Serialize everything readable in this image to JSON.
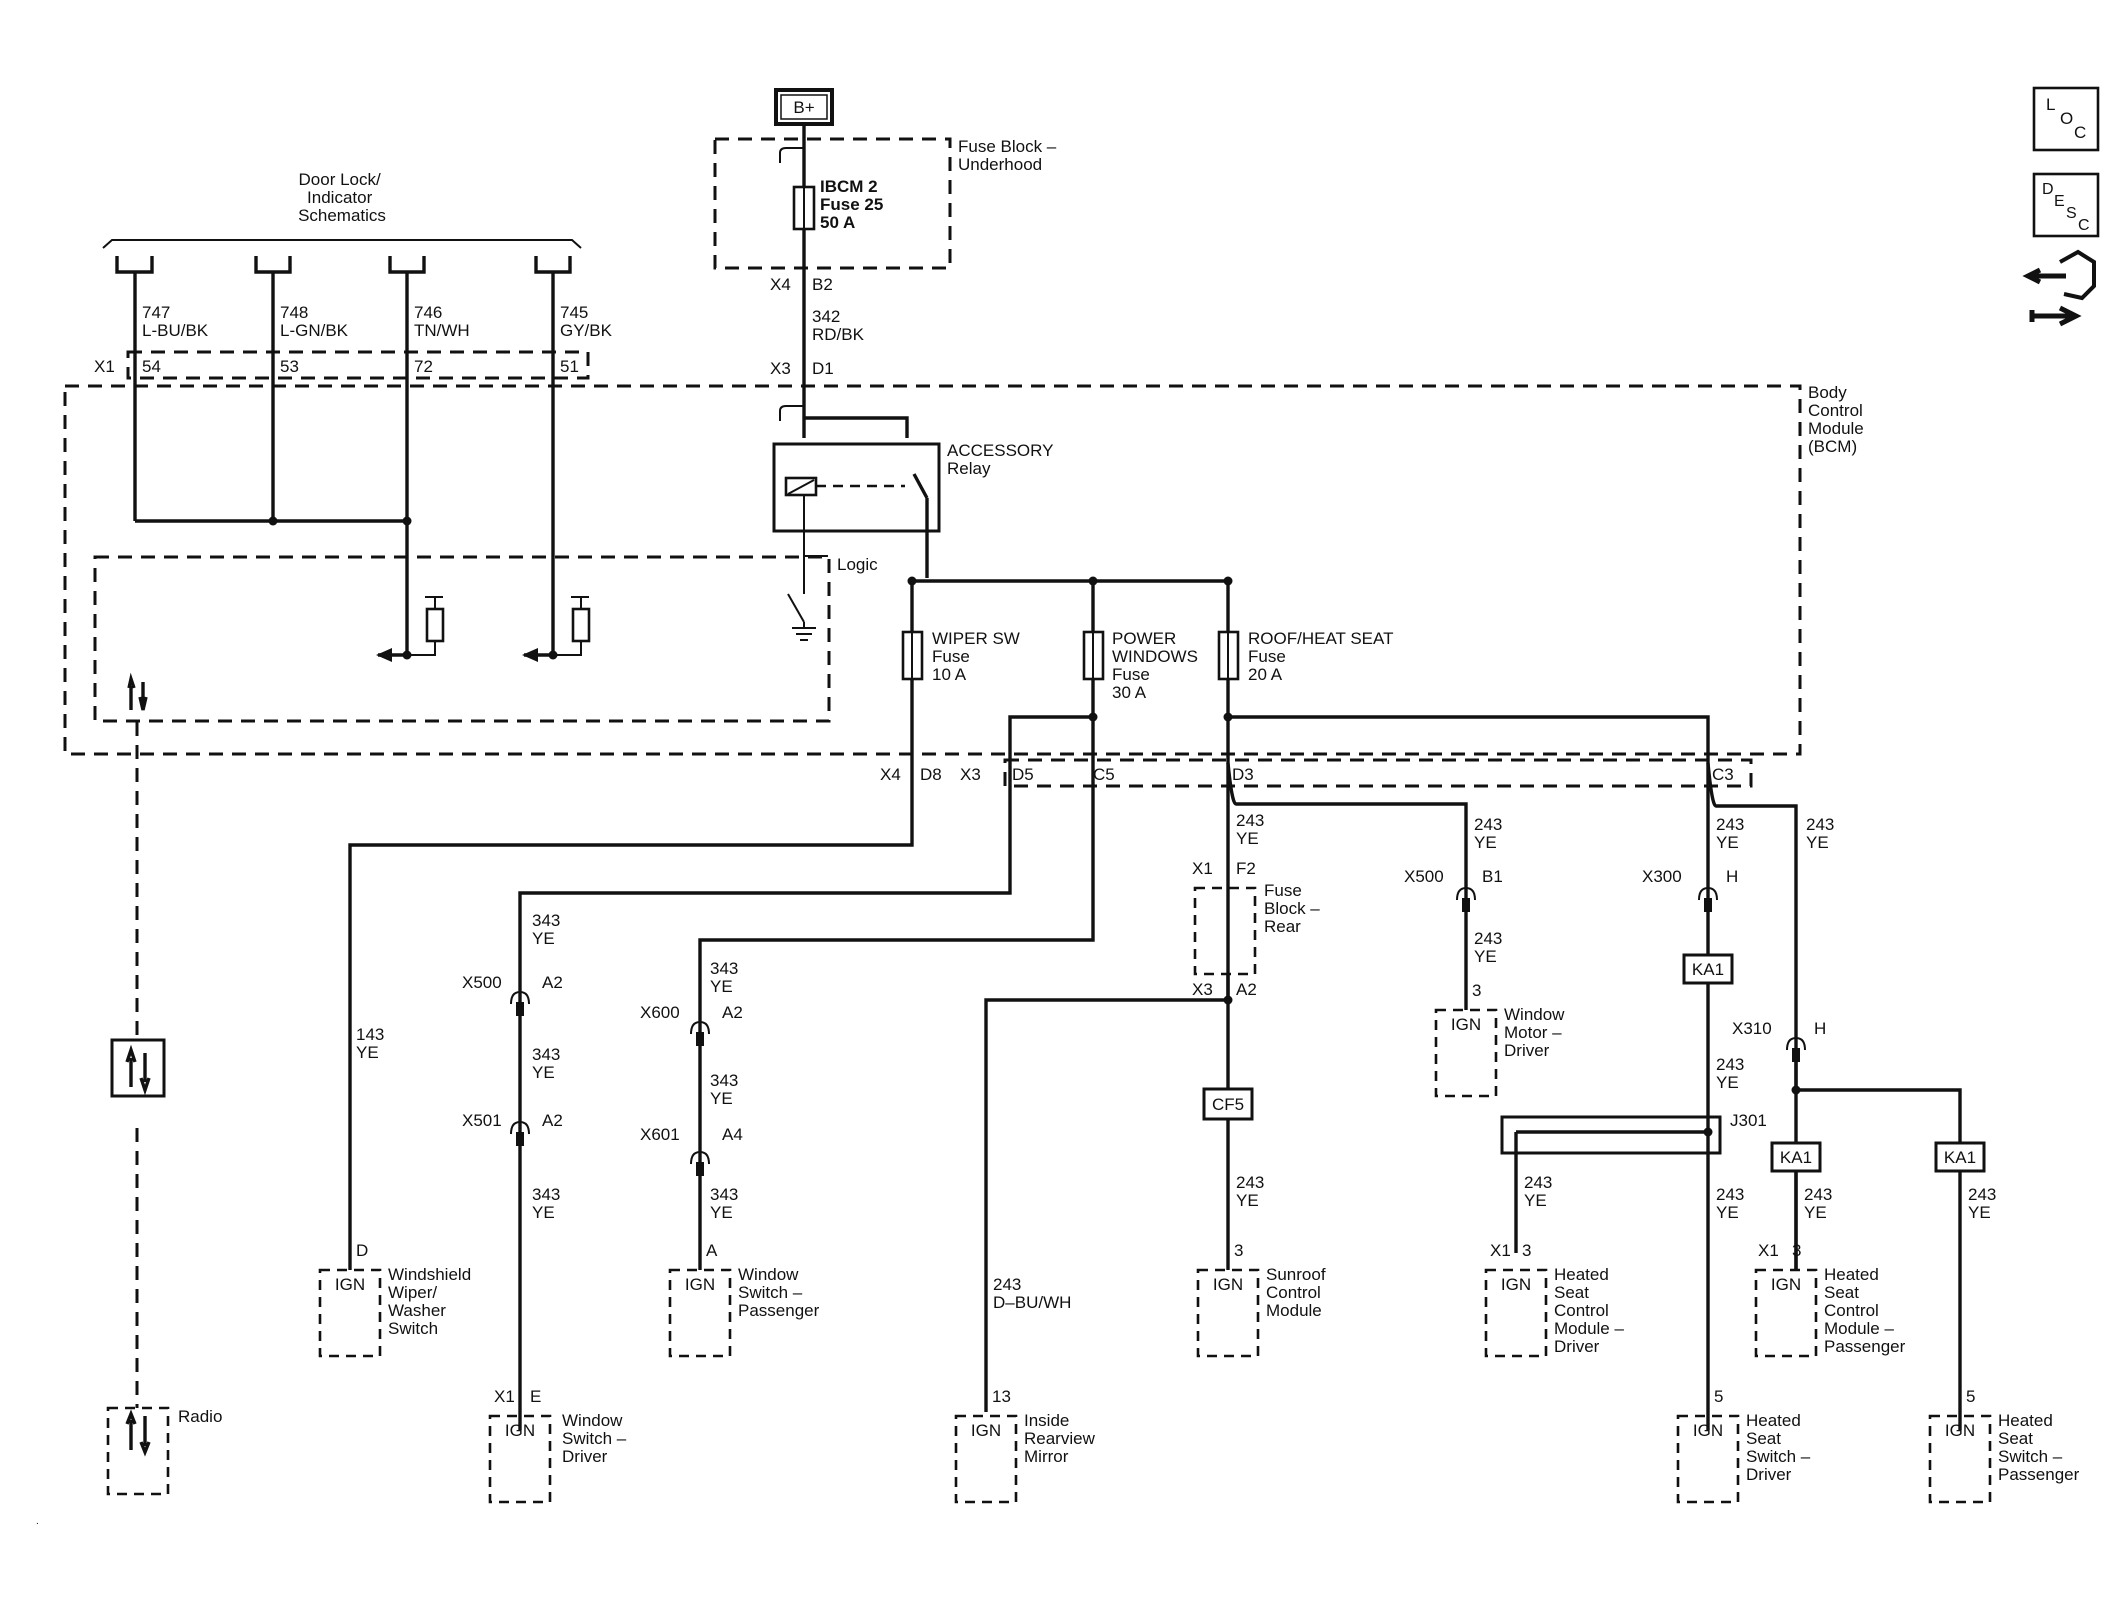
{
  "source": {
    "label": "B+"
  },
  "fuse_block_underhood": {
    "title": [
      "Fuse Block –",
      "Underhood"
    ],
    "fuse": [
      "IBCM 2",
      "Fuse 25",
      "50 A"
    ]
  },
  "feed": {
    "pins_top": [
      "X4",
      "B2"
    ],
    "wire": [
      "342",
      "RD/BK"
    ],
    "pins_bcm": [
      "X3",
      "D1"
    ]
  },
  "door_lock": {
    "title": [
      "Door Lock/",
      "Indicator",
      "Schematics"
    ],
    "connector": "X1",
    "circuits": [
      {
        "circuit": "747",
        "color": "L-BU/BK",
        "pin": "54"
      },
      {
        "circuit": "748",
        "color": "L-GN/BK",
        "pin": "53"
      },
      {
        "circuit": "746",
        "color": "TN/WH",
        "pin": "72"
      },
      {
        "circuit": "745",
        "color": "GY/BK",
        "pin": "51"
      }
    ]
  },
  "bcm": {
    "title": [
      "Body",
      "Control",
      "Module",
      "(BCM)"
    ],
    "logic_label": "Logic",
    "relay": [
      "ACCESSORY",
      "Relay"
    ],
    "fuses": [
      {
        "name": [
          "WIPER SW"
        ],
        "rating": [
          "Fuse",
          "10 A"
        ]
      },
      {
        "name": [
          "POWER",
          "WINDOWS"
        ],
        "rating": [
          "Fuse",
          "30 A"
        ]
      },
      {
        "name": [
          "ROOF/HEAT SEAT"
        ],
        "rating": [
          "Fuse",
          "20 A"
        ]
      }
    ],
    "pins": {
      "x4": "X4",
      "d8": "D8",
      "x3": "X3",
      "d5": "D5",
      "c5": "C5",
      "d3": "D3",
      "c3": "C3"
    }
  },
  "nav_icons": {
    "loc": [
      "L",
      "O",
      "C"
    ],
    "desc": [
      "D",
      "E",
      "S",
      "C"
    ]
  },
  "wires": {
    "w143": [
      "143",
      "YE"
    ],
    "w343": [
      "343",
      "YE"
    ],
    "w243": [
      "243",
      "YE"
    ],
    "w243m": [
      "243",
      "D–BU/WH"
    ]
  },
  "connectors": {
    "x500a": [
      "X500",
      "A2"
    ],
    "x501": [
      "X501",
      "A2"
    ],
    "x600": [
      "X600",
      "A2"
    ],
    "x601": [
      "X601",
      "A4"
    ],
    "x1f2": [
      "X1",
      "F2"
    ],
    "x3a2": [
      "X3",
      "A2"
    ],
    "x500b": [
      "X500",
      "B1"
    ],
    "x300": [
      "X300",
      "H"
    ],
    "x310": [
      "X310",
      "H"
    ],
    "j301": "J301",
    "ka1": "KA1",
    "cf5": "CF5"
  },
  "fuse_block_rear": [
    "Fuse",
    "Block –",
    "Rear"
  ],
  "ign": "IGN",
  "components": [
    {
      "id": "wiper",
      "pin": "D",
      "name": [
        "Windshield",
        "Wiper/",
        "Washer",
        "Switch"
      ]
    },
    {
      "id": "win_drv",
      "conn": "X1",
      "pin": "E",
      "name": [
        "Window",
        "Switch –",
        "Driver"
      ]
    },
    {
      "id": "win_pass",
      "pin": "A",
      "name": [
        "Window",
        "Switch –",
        "Passenger"
      ]
    },
    {
      "id": "mirror",
      "pin": "13",
      "name": [
        "Inside",
        "Rearview",
        "Mirror"
      ]
    },
    {
      "id": "sunroof",
      "pin": "3",
      "name": [
        "Sunroof",
        "Control",
        "Module"
      ]
    },
    {
      "id": "win_motor",
      "pin": "3",
      "name": [
        "Window",
        "Motor –",
        "Driver"
      ]
    },
    {
      "id": "seat_drv",
      "conn": "X1",
      "pin": "3",
      "name": [
        "Heated",
        "Seat",
        "Control",
        "Module –",
        "Driver"
      ]
    },
    {
      "id": "seat_pass",
      "conn": "X1",
      "pin": "3",
      "name": [
        "Heated",
        "Seat",
        "Control",
        "Module –",
        "Passenger"
      ]
    },
    {
      "id": "sw_drv",
      "pin": "5",
      "name": [
        "Heated",
        "Seat",
        "Switch –",
        "Driver"
      ]
    },
    {
      "id": "sw_pass",
      "pin": "5",
      "name": [
        "Heated",
        "Seat",
        "Switch –",
        "Passenger"
      ]
    }
  ],
  "radio": "Radio"
}
